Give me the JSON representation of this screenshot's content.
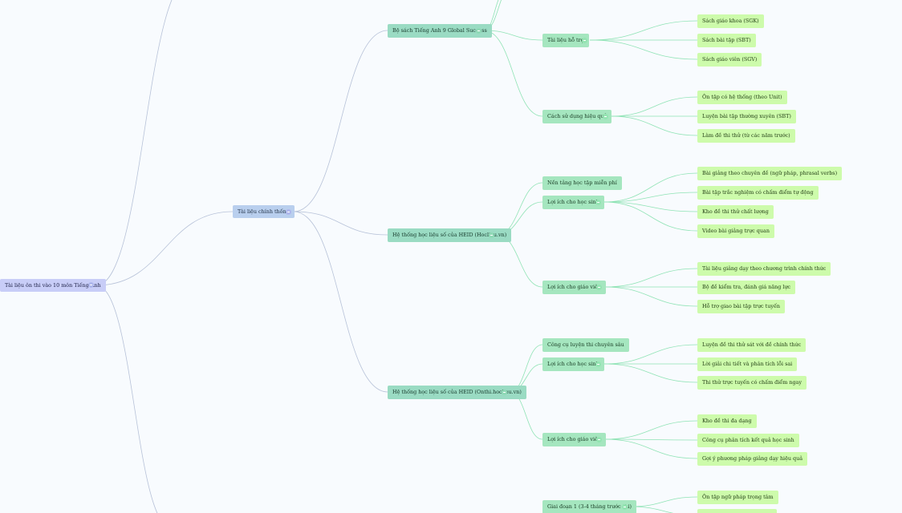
{
  "colors": {
    "background": "#f8fbfe",
    "root_node": "#c8cdf7",
    "level1_node": "#b9cfee",
    "level2_node": "#9adbc3",
    "level3_node": "#a5e6bf",
    "leaf_node": "#cdfbab",
    "edge_upper": "#b7c2d8",
    "edge_green": "#8fe3b5"
  },
  "icons": {
    "toggle": "collapse-circle-icon"
  },
  "nodes": {
    "root": "Tài liệu ôn thi vào 10 môn Tiếng Anh",
    "official": "Tài liệu chính thống",
    "global_success": "Bộ sách Tiếng Anh 9 Global Success",
    "supplementary": "Tài liệu hỗ trợ",
    "sgk": "Sách giáo khoa (SGK)",
    "sbt": "Sách bài tập (SBT)",
    "sgv": "Sách giáo viên (SGV)",
    "usage": "Cách sử dụng hiệu quả",
    "review_unit": "Ôn tập có hệ thống (theo Unit)",
    "practice_sbt": "Luyện bài tập thường xuyên (SBT)",
    "mock_exam": "Làm đề thi thử (từ các năm trước)",
    "hocllieu": "Hệ thống học liệu số của HEID (Hoclieu.vn)",
    "free_platform": "Nền tảng học tập miễn phí",
    "student_benefit_1": "Lợi ích cho học sinh",
    "lectures": "Bài giảng theo chuyên đề (ngữ pháp, phrasal verbs)",
    "quizzes": "Bài tập trắc nghiệm có chấm điểm tự động",
    "exam_bank": "Kho đề thi thử chất lượng",
    "videos": "Video bài giảng trực quan",
    "teacher_benefit_1": "Lợi ích cho giáo viên",
    "teaching_materials": "Tài liệu giảng dạy theo chương trình chính thức",
    "test_sets": "Bộ đề kiểm tra, đánh giá năng lực",
    "online_homework": "Hỗ trợ giao bài tập trực tuyến",
    "onthi": "Hệ thống học liệu số của HEID (Onthi.hoclieu.vn)",
    "deep_tools": "Công cụ luyện thi chuyên sâu",
    "student_benefit_2": "Lợi ích cho học sinh",
    "practice_close": "Luyện đề thi thử sát với đề chính thức",
    "explain": "Lời giải chi tiết và phân tích lỗi sai",
    "online_test": "Thi thử trực tuyến có chấm điểm ngay",
    "teacher_benefit_2": "Lợi ích cho giáo viên",
    "diverse_bank": "Kho đề thi đa dạng",
    "analysis_tool": "Công cụ phân tích kết quả học sinh",
    "methods": "Gợi ý phương pháp giảng dạy hiệu quả",
    "stage1": "Giai đoạn 1 (3-4 tháng trước thi)",
    "grammar_review": "Ôn tập ngữ pháp trọng tâm"
  }
}
